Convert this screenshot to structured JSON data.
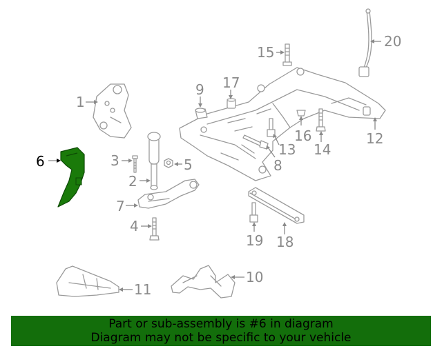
{
  "diagram": {
    "labels": {
      "c1": "1",
      "c2": "2",
      "c3": "3",
      "c4": "4",
      "c5": "5",
      "c6": "6",
      "c7": "7",
      "c8": "8",
      "c9": "9",
      "c10": "10",
      "c11": "11",
      "c12": "12",
      "c13": "13",
      "c14": "14",
      "c15": "15",
      "c16": "16",
      "c17": "17",
      "c18": "18",
      "c19": "19",
      "c20": "20"
    },
    "highlighted_part": "6",
    "colors": {
      "highlight": "#1a7a0a",
      "line": "#9a9a9a",
      "label": "#8a8a8a",
      "banner": "#136e0b"
    }
  },
  "footer": {
    "line1": "Part or sub-assembly is #6 in diagram",
    "line2": "Diagram may not be specific to your vehicle"
  }
}
